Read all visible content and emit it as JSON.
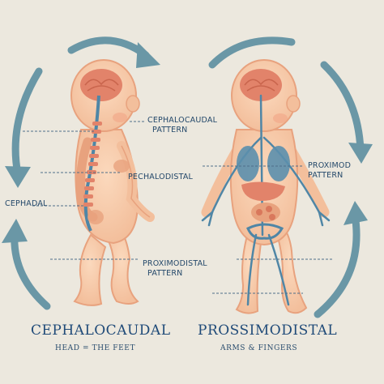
{
  "left_labels": {
    "cephalocaudal_pattern_line1": "CEPHALOCAUDAL",
    "cephalocaudal_pattern_line2": "PATTERN",
    "pechalodistal": "PECHALODISTAL",
    "cephadal": "CEPHADAL",
    "proximodistal_pattern_line1": "PROXIMODISTAL",
    "proximodistal_pattern_line2": "PATTERN"
  },
  "right_labels": {
    "proximod_pattern_line1": "PROXIMOD",
    "proximod_pattern_line2": "PATTERN"
  },
  "captions": {
    "left_title": "CEPHALOCAUDAL",
    "left_subtitle": "HEAD = THE FEET",
    "right_title": "PROSSIMODISTAL",
    "right_subtitle": "ARMS & FINGERS"
  },
  "colors": {
    "background": "#ece8de",
    "arrow": "#6a97a6",
    "skin": "#f6c9a8",
    "skin_outline": "#e8a27e",
    "organ": "#e2836a",
    "nerve": "#4f86a6",
    "label_text": "#24486a"
  }
}
